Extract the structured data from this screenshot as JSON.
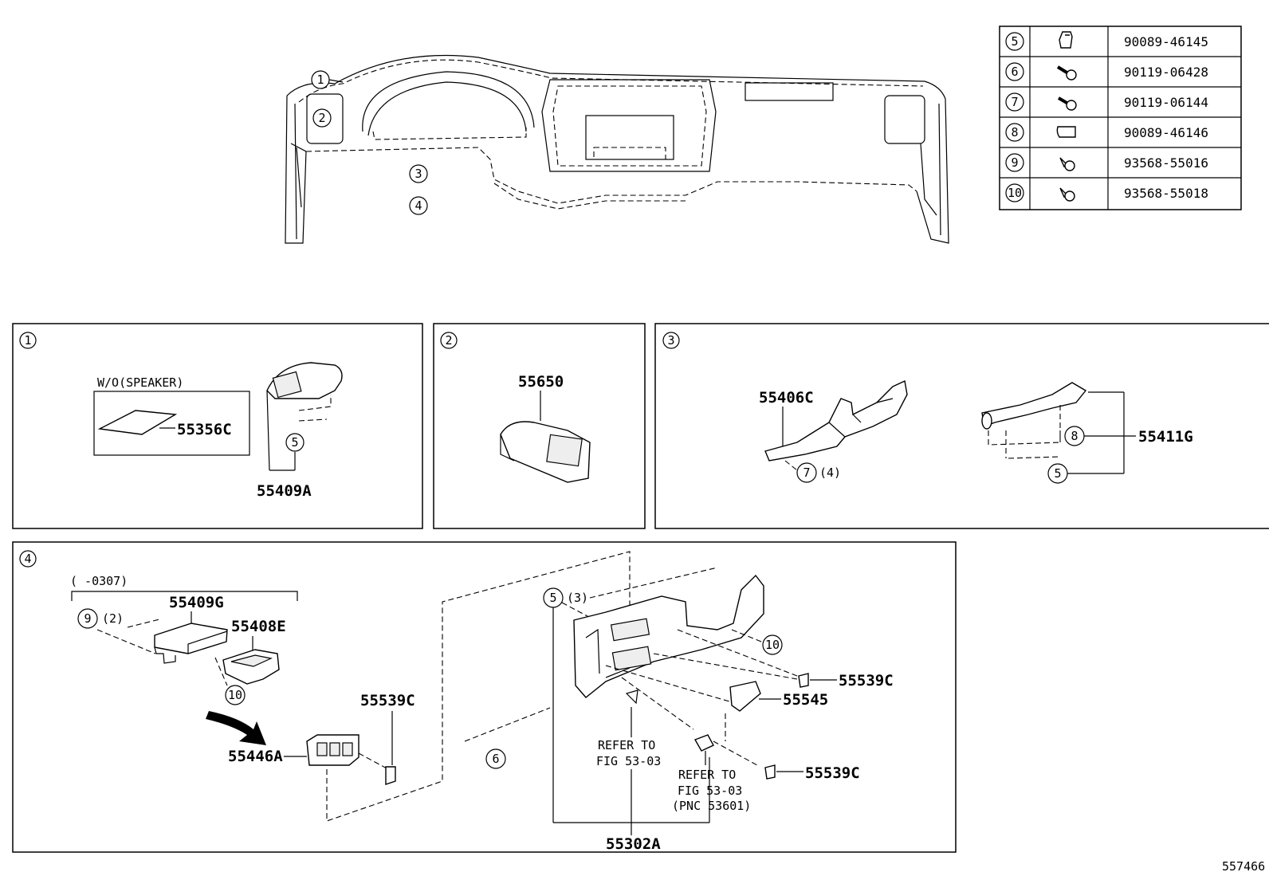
{
  "fig_number": "557466",
  "table": [
    {
      "key": "5",
      "part": "90089-46145",
      "icon": "clip-icon"
    },
    {
      "key": "6",
      "part": "90119-06428",
      "icon": "bolt-icon"
    },
    {
      "key": "7",
      "part": "90119-06144",
      "icon": "bolt-icon"
    },
    {
      "key": "8",
      "part": "90089-46146",
      "icon": "clip-icon"
    },
    {
      "key": "9",
      "part": "93568-55016",
      "icon": "screw-icon"
    },
    {
      "key": "10",
      "part": "93568-55018",
      "icon": "screw-icon"
    }
  ],
  "overview": {
    "callouts": [
      "1",
      "2",
      "3",
      "4"
    ]
  },
  "panel1": {
    "id": "1",
    "wo_label": "W/O(SPEAKER)",
    "p55356c": "55356C",
    "p55409a": "55409A",
    "c5": "5"
  },
  "panel2": {
    "id": "2",
    "p55650": "55650"
  },
  "panel3": {
    "id": "3",
    "p55406c": "55406C",
    "p55411g": "55411G",
    "c7": "7",
    "c7_qty": "(4)",
    "c8": "8",
    "c5": "5"
  },
  "panel4": {
    "id": "4",
    "date_range": "(      -0307)",
    "p55409g": "55409G",
    "p55408e": "55408E",
    "c9": "9",
    "c9_qty": "(2)",
    "c10a": "10",
    "p55446a": "55446A",
    "p55539c_a": "55539C",
    "c6": "6",
    "c5": "5",
    "c5_qty": "(3)",
    "c10b": "10",
    "p55539c_b": "55539C",
    "p55545": "55545",
    "p55539c_c": "55539C",
    "refer1_l1": "REFER TO",
    "refer1_l2": "FIG 53-03",
    "refer2_l1": "REFER TO",
    "refer2_l2": "FIG 53-03",
    "refer2_l3": "(PNC 53601)",
    "p55302a": "55302A"
  }
}
